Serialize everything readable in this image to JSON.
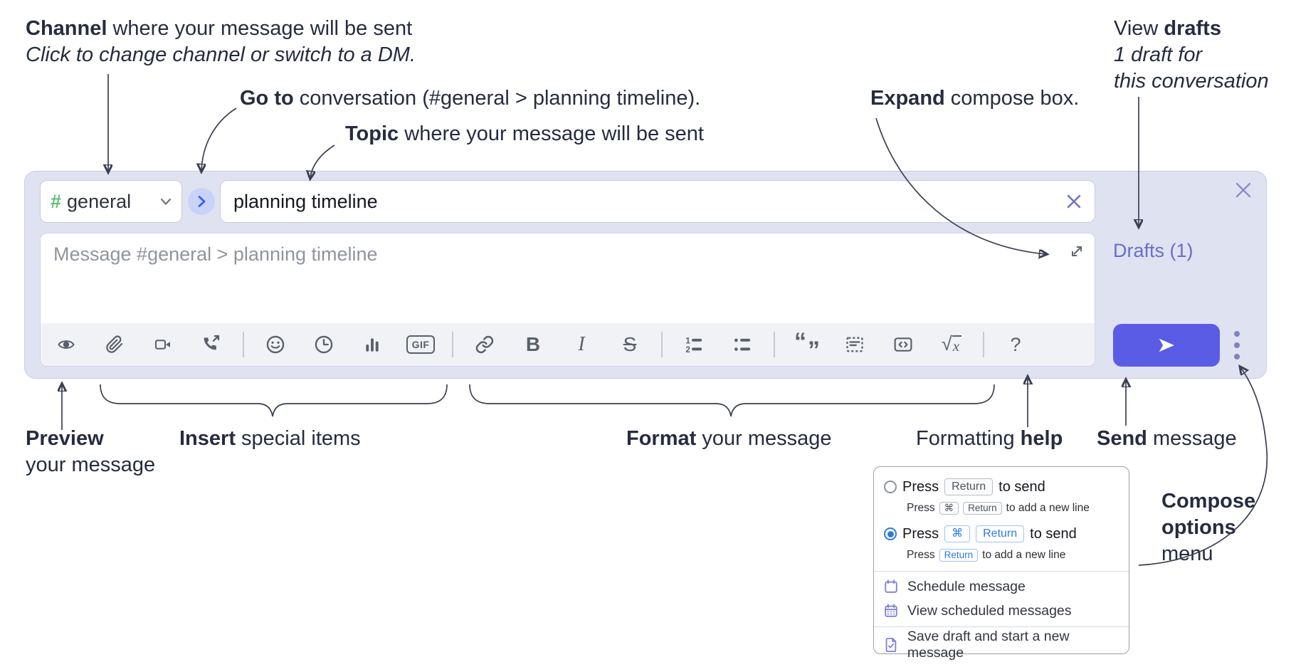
{
  "annotations": {
    "channel_note": {
      "bold": "Channel",
      "rest": " where your message will be sent",
      "line2": "Click to change channel or switch to a DM."
    },
    "goto_note": {
      "bold": "Go to",
      "rest": " conversation (#general > planning timeline)."
    },
    "topic_note": {
      "bold": "Topic",
      "rest": " where your message will be sent"
    },
    "expand_note": {
      "bold": "Expand",
      "rest": " compose box."
    },
    "drafts_note": {
      "pre": "View ",
      "bold": "drafts",
      "line2": "1 draft for",
      "line3": "this conversation"
    },
    "preview_note": {
      "bold": "Preview",
      "line2": "your message"
    },
    "insert_note": {
      "bold": "Insert",
      "rest": " special items"
    },
    "format_note": {
      "bold": "Format",
      "rest": " your message"
    },
    "help_note": {
      "pre": "Formatting ",
      "bold": "help"
    },
    "send_note": {
      "bold": "Send",
      "rest": " message"
    },
    "compose_options_note": {
      "line1": "Compose",
      "line2": "options",
      "line3": "menu"
    }
  },
  "compose_box": {
    "channel_selector": {
      "hash": "#",
      "channel_name": "general"
    },
    "topic_input": {
      "value": "planning timeline"
    },
    "message_input": {
      "placeholder": "Message #general > planning timeline"
    },
    "drafts_link": "Drafts (1)",
    "toolbar": {
      "gif_label": "GIF",
      "bold_label": "B",
      "italic_label": "I",
      "strike_label": "S",
      "ol_num1": "1",
      "ol_num2": "2",
      "quote_open": "“",
      "quote_close": "”",
      "math_sqrt": "√",
      "math_x": "x",
      "help_label": "?"
    }
  },
  "options_menu": {
    "option_return": {
      "press": "Press",
      "key_return": "Return",
      "suffix": "to send",
      "selected": false,
      "sub_press": "Press",
      "sub_key_cmd": "⌘",
      "sub_key_return": "Return",
      "sub_suffix": "to add a new line"
    },
    "option_cmd_return": {
      "press": "Press",
      "key_cmd": "⌘",
      "key_return": "Return",
      "suffix": "to send",
      "selected": true,
      "sub_press": "Press",
      "sub_key_return": "Return",
      "sub_suffix": "to add a new line"
    },
    "items": [
      {
        "label": "Schedule message",
        "icon": "calendar-icon"
      },
      {
        "label": "View scheduled messages",
        "icon": "calendar-grid-icon"
      },
      {
        "label": "Save draft and start a new message",
        "icon": "draft-check-icon"
      }
    ]
  },
  "icons": {
    "toolbar": [
      "preview-eye-icon",
      "attach-icon",
      "video-call-icon",
      "audio-call-icon",
      "emoji-icon",
      "time-icon",
      "poll-icon",
      "gif-icon",
      "link-icon",
      "bold-icon",
      "italic-icon",
      "strikethrough-icon",
      "numbered-list-icon",
      "bulleted-list-icon",
      "quote-icon",
      "spoiler-icon",
      "code-icon",
      "math-icon",
      "help-icon"
    ],
    "other": [
      "chevron-down-icon",
      "goto-arrow-icon",
      "clear-topic-icon",
      "close-icon",
      "expand-icon",
      "send-plane-icon",
      "kebab-menu-icon"
    ]
  },
  "colors": {
    "annotation_text": "#262c40",
    "compose_bg": "#dfe2f1",
    "send_button": "#5a5ce6",
    "drafts_link": "#696fc4",
    "hash_green": "#5ec077",
    "goto_circle_bg": "#c9d3f8",
    "goto_chevron": "#3b5ef5",
    "toolbar_icon": "#5a5f6b",
    "radio_selected": "#2e7cd6",
    "menu_icon_purple": "#7d81d6",
    "close_icon": "#8a8fc9"
  }
}
